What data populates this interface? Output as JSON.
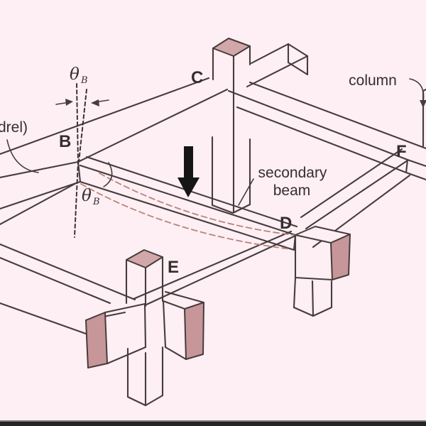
{
  "figure": {
    "title": "isometric floor-framing diagram with joint rotation",
    "background_color": "#fdeff3",
    "line_color": "#463c3d",
    "pink_face_color": "#c79699",
    "deflection_curve_color": "#b9847c",
    "load_arrow_color": "#151515",
    "bottom_bar_color": "#242424",
    "joint_labels": {
      "b": "B",
      "c": "C",
      "d": "D",
      "e": "E",
      "f": "F"
    },
    "rotation_symbol": {
      "theta": "θ",
      "sub": "B"
    },
    "annotations": {
      "secondary_beam": [
        "secondary",
        "beam"
      ],
      "column": "column",
      "spandrel_partial": "drel)"
    }
  }
}
